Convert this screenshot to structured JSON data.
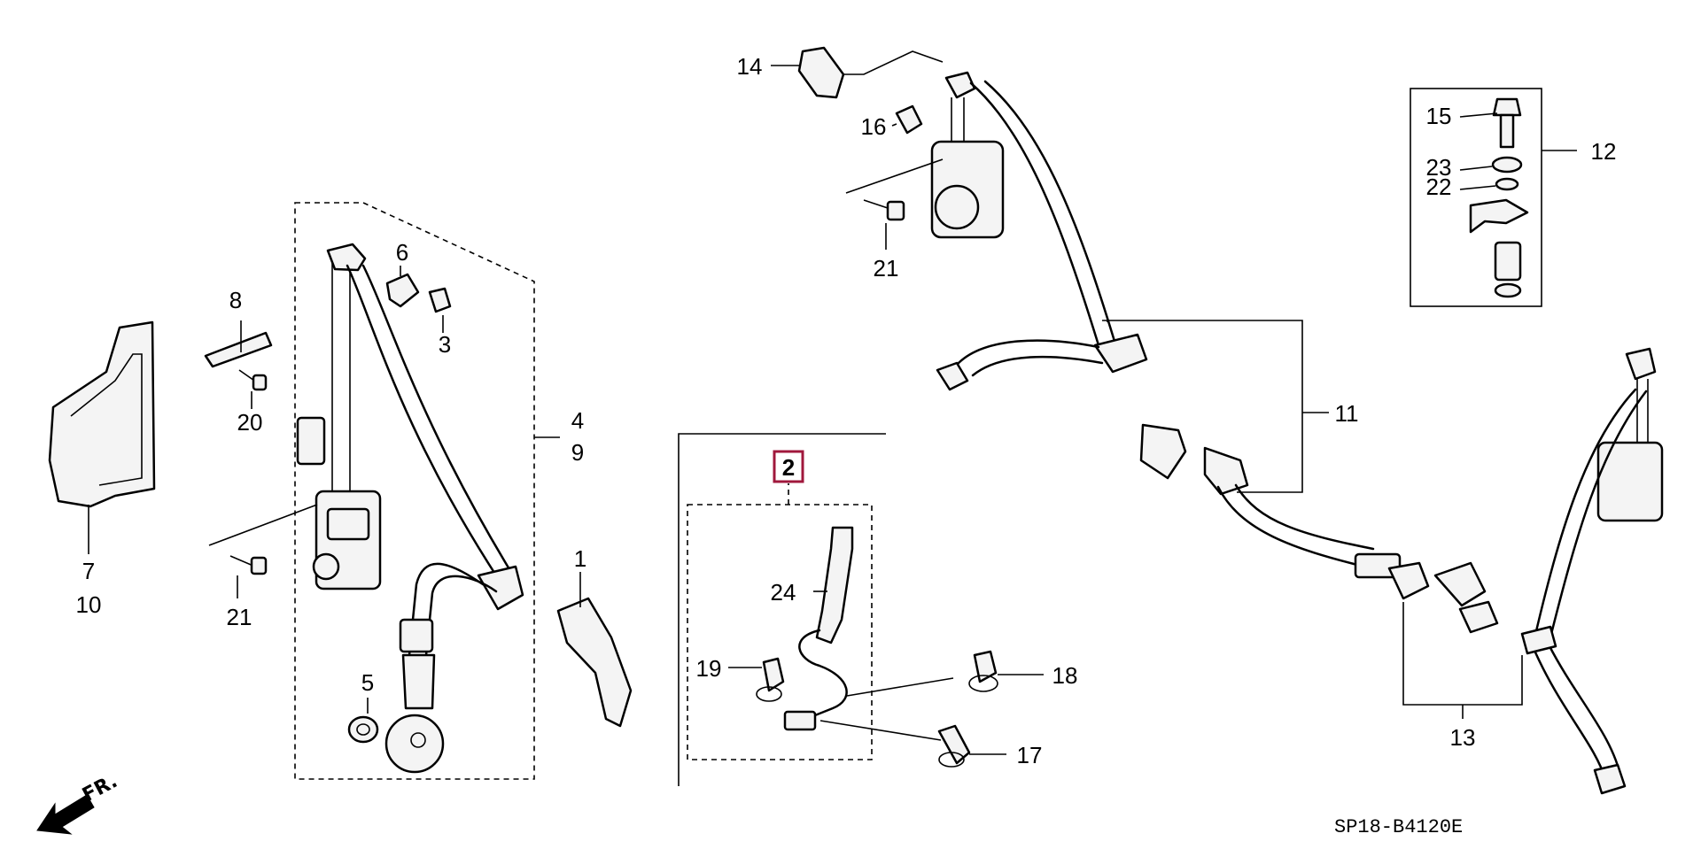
{
  "callouts": {
    "c1": "1",
    "c2": "2",
    "c3": "3",
    "c4": "4",
    "c5": "5",
    "c6": "6",
    "c7": "7",
    "c8": "8",
    "c9": "9",
    "c10": "10",
    "c11": "11",
    "c12": "12",
    "c13": "13",
    "c14": "14",
    "c15": "15",
    "c16": "16",
    "c17": "17",
    "c18": "18",
    "c19": "19",
    "c20": "20",
    "c21a": "21",
    "c21b": "21",
    "c22": "22",
    "c23": "23",
    "c24": "24"
  },
  "direction_label": "FR.",
  "diagram_code": "SP18-B4120E",
  "highlight_color": "#a0183c"
}
